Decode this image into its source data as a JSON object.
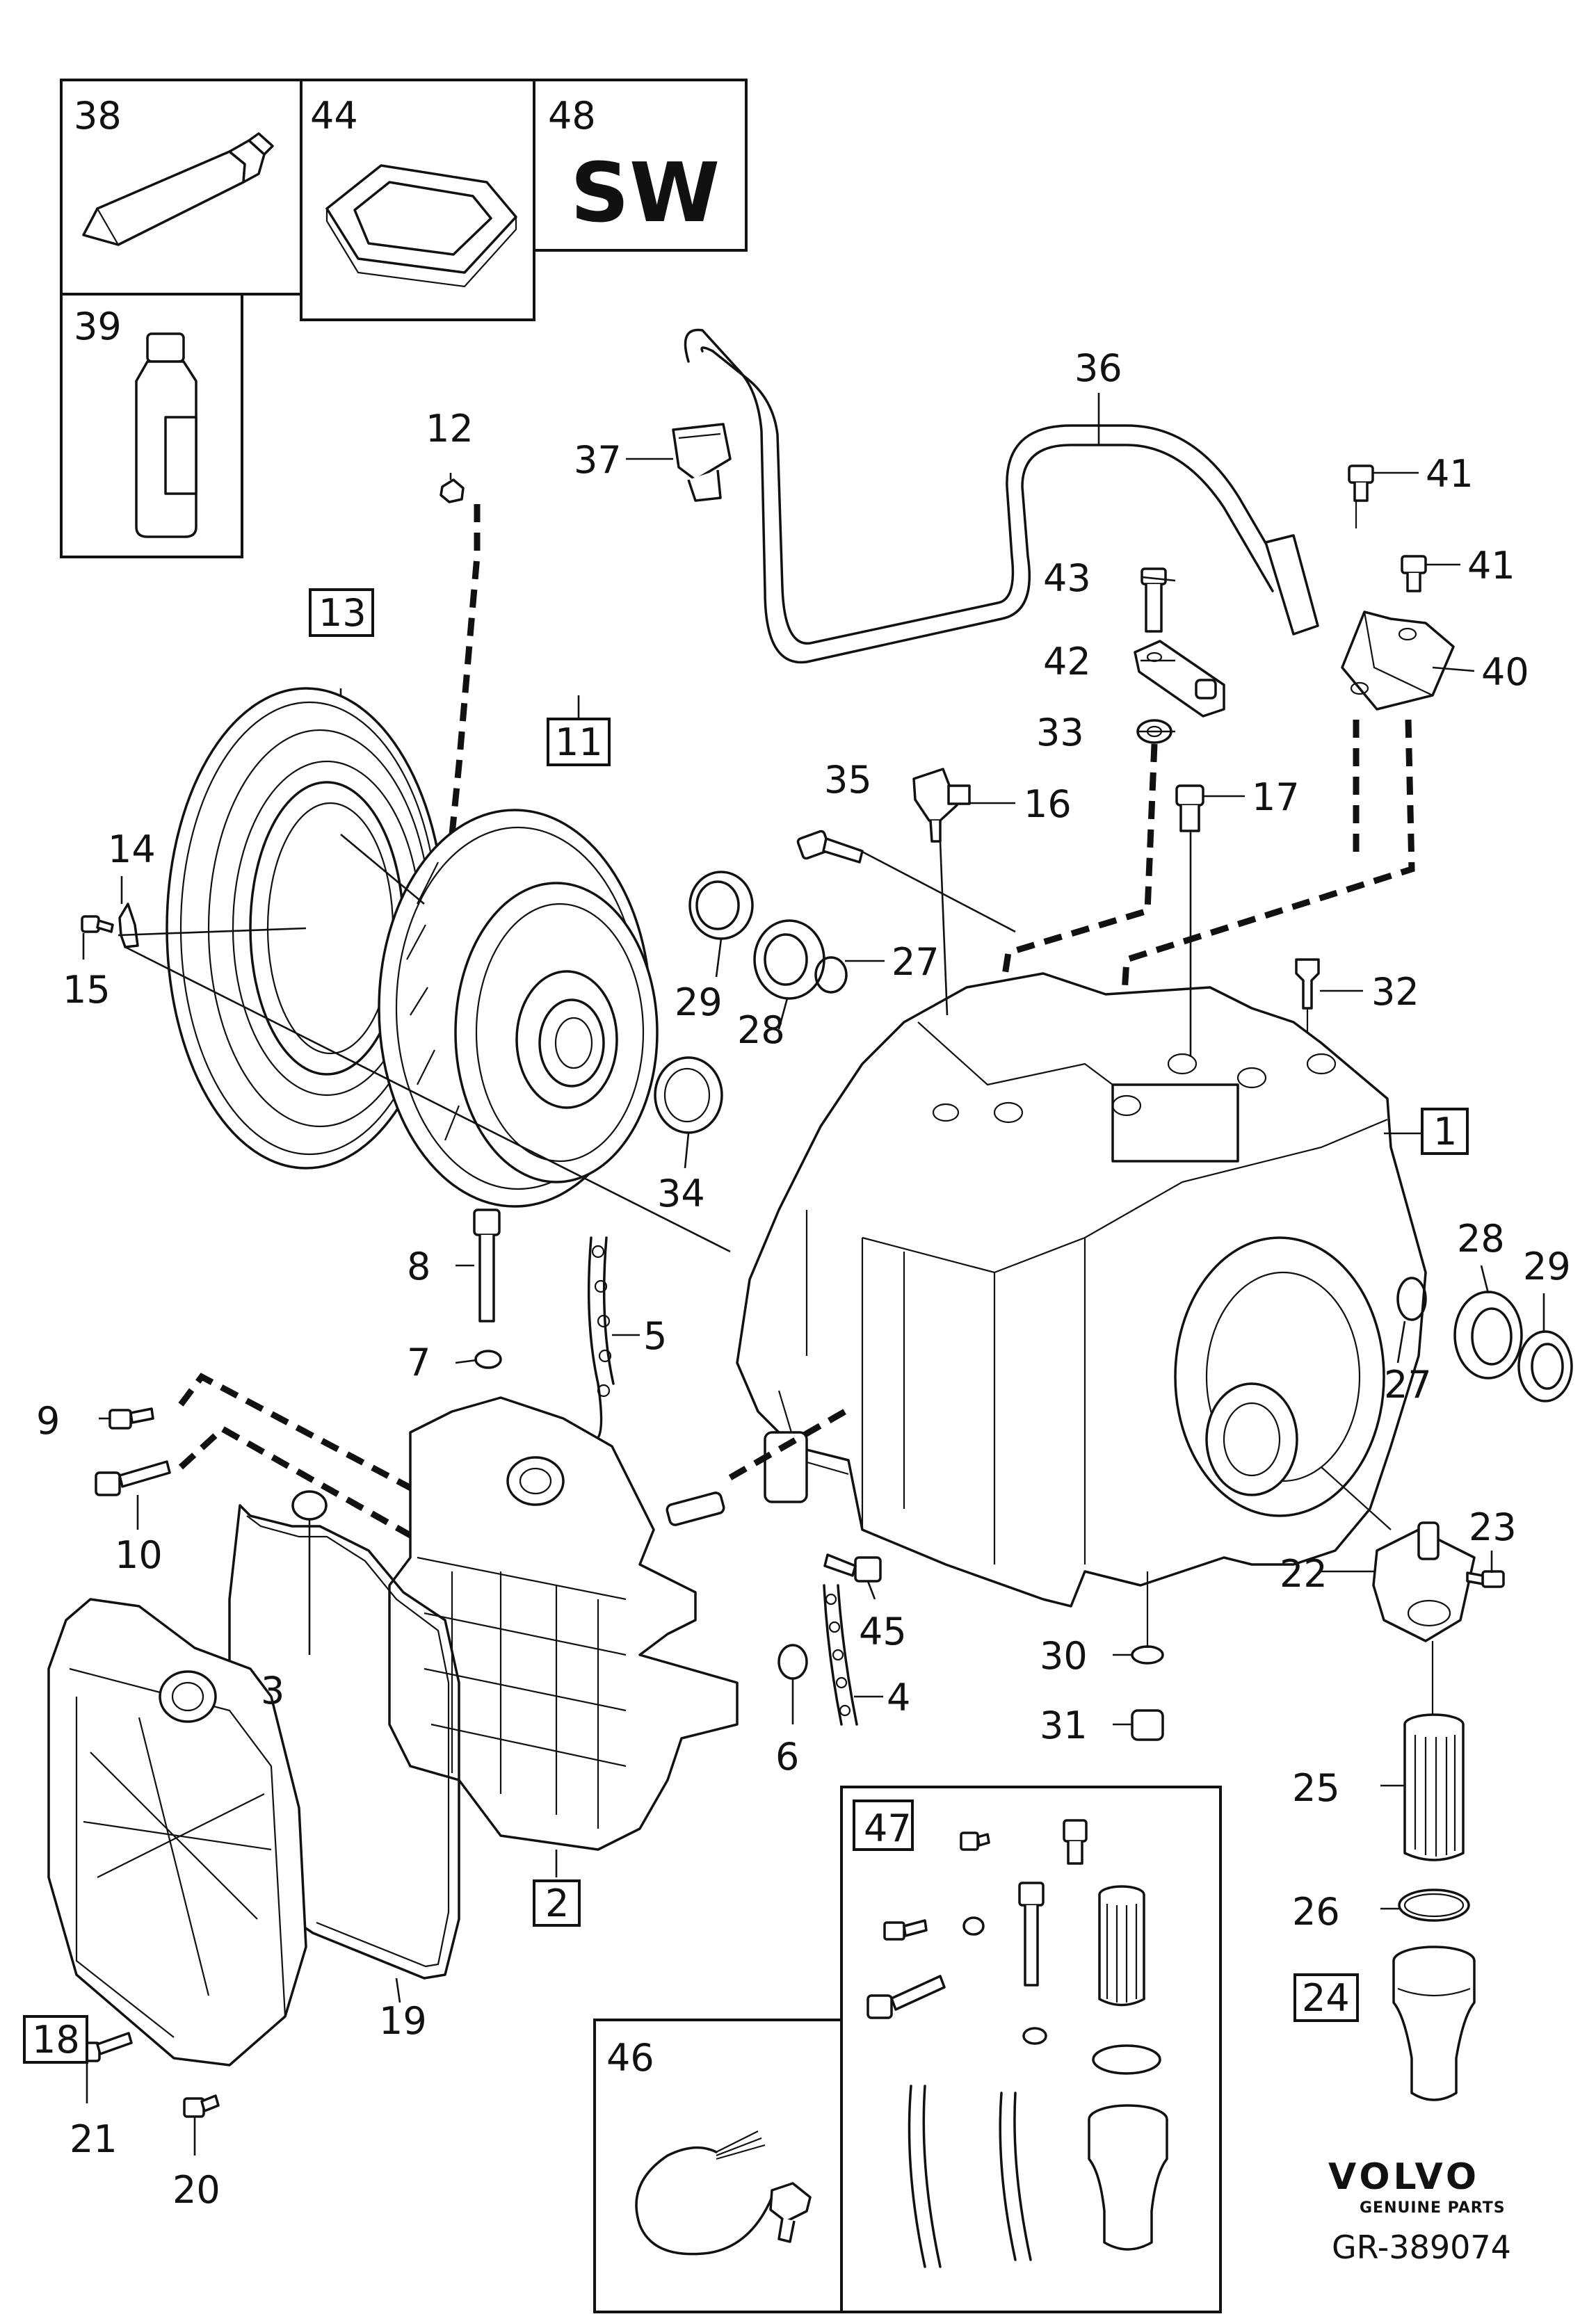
{
  "diagram": {
    "kit_boxes": [
      {
        "id": "kit-38",
        "number": "38",
        "icon": "grease-tube-icon"
      },
      {
        "id": "kit-44",
        "number": "44",
        "icon": "gasket-frame-icon"
      },
      {
        "id": "kit-48",
        "number": "48",
        "text": "SW"
      },
      {
        "id": "kit-39",
        "number": "39",
        "icon": "fluid-bottle-icon"
      },
      {
        "id": "kit-47",
        "number": "47",
        "icon": "service-kit-icon"
      },
      {
        "id": "kit-46",
        "number": "46",
        "icon": "wiring-harness-icon"
      }
    ],
    "boxed_labels": [
      "1",
      "2",
      "11",
      "13",
      "18",
      "24"
    ],
    "part_labels": [
      "3",
      "4",
      "5",
      "6",
      "7",
      "8",
      "9",
      "10",
      "12",
      "14",
      "15",
      "16",
      "17",
      "19",
      "20",
      "21",
      "22",
      "23",
      "25",
      "26",
      "27",
      "28",
      "29",
      "30",
      "31",
      "32",
      "33",
      "34",
      "35",
      "36",
      "37",
      "40",
      "41",
      "42",
      "43",
      "45"
    ],
    "repeat_labels": [
      "27",
      "28",
      "29",
      "41"
    ],
    "brand": {
      "logo": "VOLVO",
      "tagline": "GENUINE PARTS",
      "drawing_number": "GR-389074"
    }
  }
}
